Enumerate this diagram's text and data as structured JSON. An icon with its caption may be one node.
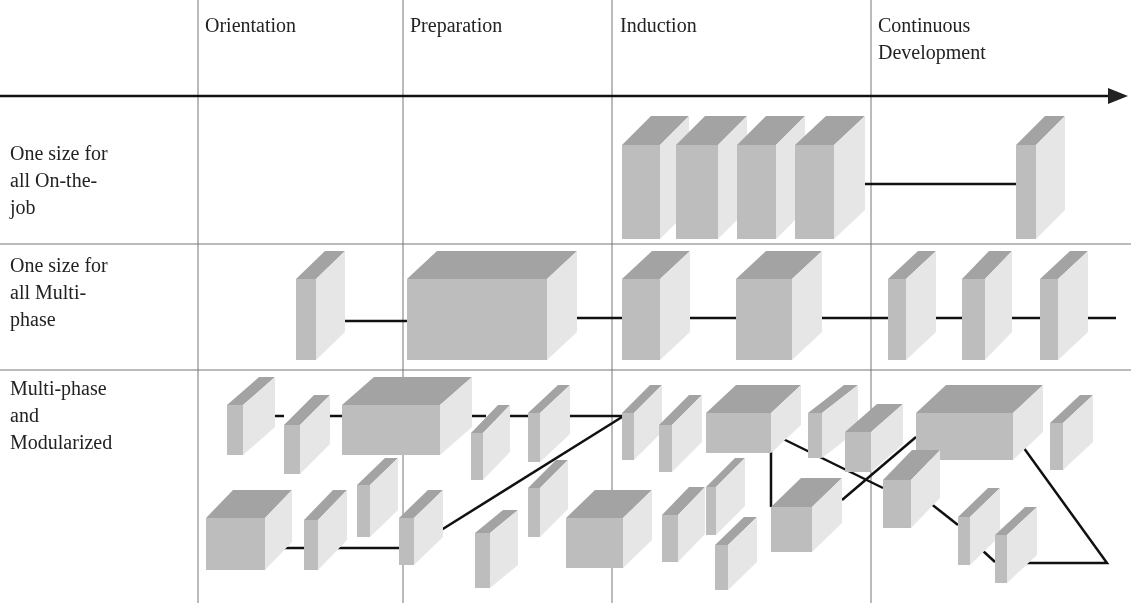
{
  "diagram": {
    "nodes": [
      {
        "text": [],
        "shape": "box"
      },
      {
        "text": [],
        "shape": "box"
      },
      {
        "text": [],
        "shape": "box"
      },
      {
        "text": [],
        "shape": "box"
      },
      {
        "text": [],
        "shape": "box"
      },
      {
        "text": [],
        "shape": "box"
      },
      {
        "text": [],
        "shape": "box"
      },
      {
        "text": [],
        "shape": "box"
      },
      {
        "text": [],
        "shape": "box"
      },
      {
        "text": [],
        "shape": "box"
      },
      {
        "text": [],
        "shape": "box"
      },
      {
        "text": [],
        "shape": "box"
      },
      {
        "text": [],
        "shape": "box"
      },
      {
        "text": [],
        "shape": "box"
      },
      {
        "text": [],
        "shape": "box"
      },
      {
        "text": [],
        "shape": "box"
      },
      {
        "text": [],
        "shape": "box"
      },
      {
        "text": [],
        "shape": "box"
      },
      {
        "text": [],
        "shape": "box"
      },
      {
        "text": [],
        "shape": "box"
      },
      {
        "text": [],
        "shape": "box"
      },
      {
        "text": [],
        "shape": "box"
      },
      {
        "text": [],
        "shape": "box"
      },
      {
        "text": [],
        "shape": "box"
      },
      {
        "text": [],
        "shape": "box"
      },
      {
        "text": [],
        "shape": "box"
      },
      {
        "text": [],
        "shape": "box"
      },
      {
        "text": [],
        "shape": "box"
      },
      {
        "text": [],
        "shape": "box"
      },
      {
        "text": [],
        "shape": "box"
      },
      {
        "text": [],
        "shape": "box"
      },
      {
        "text": [],
        "shape": "box"
      },
      {
        "text": [],
        "shape": "box"
      },
      {
        "text": [],
        "shape": "box"
      },
      {
        "text": [],
        "shape": "box"
      },
      {
        "text": [],
        "shape": "box"
      },
      {
        "text": [],
        "shape": "box"
      },
      {
        "text": [],
        "shape": "box"
      }
    ],
    "edges": [
      {
        "from": 3,
        "to": 4,
        "arrow": "none"
      },
      {
        "from": 5,
        "to": 6,
        "arrow": "none"
      },
      {
        "from": 6,
        "to": 7,
        "arrow": "none"
      },
      {
        "from": 7,
        "to": 8,
        "arrow": "none"
      },
      {
        "from": 8,
        "to": 9,
        "arrow": "none"
      },
      {
        "from": 9,
        "to": 10,
        "arrow": "none"
      },
      {
        "from": 10,
        "to": 11,
        "arrow": "none"
      },
      {
        "from": 11,
        "to": null,
        "arrow": "none"
      },
      {
        "from": 12,
        "to": 13,
        "arrow": "none"
      },
      {
        "from": 13,
        "to": 14,
        "arrow": "none"
      },
      {
        "from": 14,
        "to": 15,
        "arrow": "none"
      },
      {
        "from": 15,
        "to": 16,
        "arrow": "none"
      },
      {
        "from": 16,
        "to": 17,
        "arrow": "none"
      },
      {
        "from": 24,
        "to": 25,
        "arrow": "none"
      },
      {
        "from": 25,
        "to": 27,
        "arrow": "none"
      },
      {
        "from": 27,
        "to": 17,
        "arrow": "none"
      },
      {
        "from": 19,
        "to": 34,
        "arrow": "none"
      },
      {
        "from": 19,
        "to": 35,
        "arrow": "none"
      },
      {
        "from": 34,
        "to": 22,
        "arrow": "none"
      },
      {
        "from": 35,
        "to": 36,
        "arrow": "none"
      },
      {
        "from": 36,
        "to": 37,
        "arrow": "none"
      },
      {
        "from": 22,
        "to": 37,
        "arrow": "none"
      }
    ],
    "labels": [
      "Orientation",
      "Preparation",
      "Induction",
      "Continuous Development",
      "One size for all On-the-job",
      "One size for all Multi-phase",
      "Multi-phase and Modularized"
    ]
  }
}
